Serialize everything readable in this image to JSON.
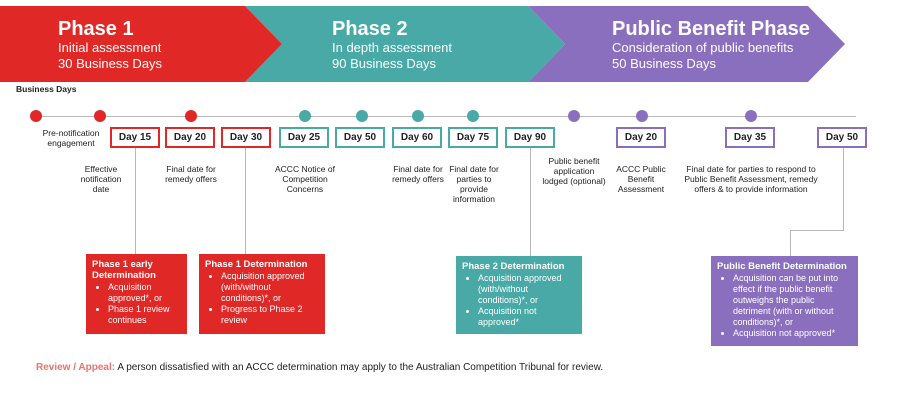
{
  "phases": [
    {
      "title": "Phase 1",
      "line1": "Initial assessment",
      "line2": "30 Business Days",
      "color": "#e02826"
    },
    {
      "title": "Phase 2",
      "line1": "In depth assessment",
      "line2": "90 Business Days",
      "color": "#48a9a6"
    },
    {
      "title": "Public Benefit Phase",
      "line1": "Consideration of public benefits",
      "line2": "50 Business Days",
      "color": "#8b6fbf"
    }
  ],
  "timeline": {
    "business_days_label": "Business Days",
    "days": [
      "Day 15",
      "Day 20",
      "Day 30",
      "Day 25",
      "Day 50",
      "Day 60",
      "Day 75",
      "Day 90",
      "Day 20",
      "Day 35",
      "Day 50"
    ],
    "notes": {
      "pre_notification": "Pre-notification engagement",
      "effective_notification": "Effective notification date",
      "final_remedy_p1": "Final date for remedy offers",
      "accc_notice": "ACCC Notice of Competition Concerns",
      "final_remedy_p2": "Final date for remedy offers",
      "final_parties_info": "Final date for parties to provide information",
      "public_benefit_lodged": "Public benefit application lodged (optional)",
      "accc_public_benefit": "ACCC Public Benefit Assessment",
      "final_parties_pb": "Final date for parties to respond to Public Benefit Assessment, remedy offers & to provide information"
    }
  },
  "determinations": {
    "phase1_early": {
      "title": "Phase 1 early Determination",
      "items": [
        "Acquisition approved*, or",
        "Phase 1 review continues"
      ]
    },
    "phase1": {
      "title": "Phase 1 Determination",
      "items": [
        "Acquisition approved (with/without conditions)*, or",
        "Progress to Phase 2 review"
      ]
    },
    "phase2": {
      "title": "Phase 2 Determination",
      "items": [
        "Acquisition approved (with/without conditions)*, or",
        "Acquisition not approved*"
      ]
    },
    "public_benefit": {
      "title": "Public Benefit Determination",
      "items": [
        "Acquisition can be put into effect if the public benefit outweighs the public detriment (with or without conditions)*, or",
        "Acquisition not approved*"
      ]
    }
  },
  "footer": {
    "label": "Review / Appeal:",
    "text": " A person dissatisfied with an ACCC determination may apply to the Australian Competition Tribunal for review."
  }
}
